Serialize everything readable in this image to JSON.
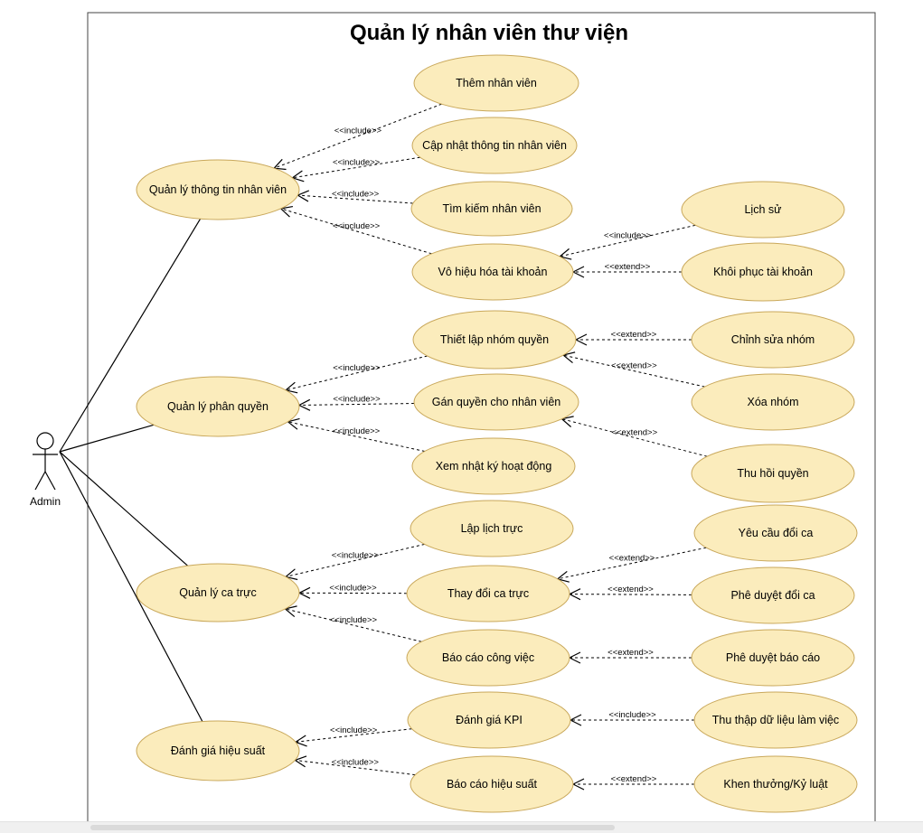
{
  "diagram": {
    "title": "Quản lý nhân viên thư viện",
    "actor": {
      "id": "admin",
      "label": "Admin"
    },
    "use_cases": [
      {
        "id": "uc_info",
        "label": "Quản lý thông tin nhân viên"
      },
      {
        "id": "uc_add",
        "label": "Thêm nhân viên"
      },
      {
        "id": "uc_update",
        "label": "Cập nhật thông tin nhân viên"
      },
      {
        "id": "uc_search",
        "label": "Tìm kiếm nhân viên"
      },
      {
        "id": "uc_disable",
        "label": "Vô hiệu hóa tài khoản"
      },
      {
        "id": "uc_history",
        "label": "Lịch sử"
      },
      {
        "id": "uc_restore",
        "label": "Khôi phục tài khoản"
      },
      {
        "id": "uc_perm",
        "label": "Quản lý phân quyền"
      },
      {
        "id": "uc_setgroup",
        "label": "Thiết lập nhóm quyền"
      },
      {
        "id": "uc_assign",
        "label": "Gán quyền cho nhân viên"
      },
      {
        "id": "uc_log",
        "label": "Xem nhật ký hoạt động"
      },
      {
        "id": "uc_editgroup",
        "label": "Chỉnh sửa nhóm"
      },
      {
        "id": "uc_delgroup",
        "label": "Xóa nhóm"
      },
      {
        "id": "uc_revoke",
        "label": "Thu hồi quyền"
      },
      {
        "id": "uc_shift",
        "label": "Quản lý ca trực"
      },
      {
        "id": "uc_schedule",
        "label": "Lập lịch trực"
      },
      {
        "id": "uc_change",
        "label": "Thay đổi ca trực"
      },
      {
        "id": "uc_report",
        "label": "Báo cáo công việc"
      },
      {
        "id": "uc_reqswap",
        "label": "Yêu cầu đổi ca"
      },
      {
        "id": "uc_appswap",
        "label": "Phê duyệt đổi ca"
      },
      {
        "id": "uc_appreport",
        "label": "Phê duyệt báo cáo"
      },
      {
        "id": "uc_perf",
        "label": "Đánh giá hiệu suất"
      },
      {
        "id": "uc_kpi",
        "label": "Đánh giá KPI"
      },
      {
        "id": "uc_perfreport",
        "label": "Báo cáo hiệu suất"
      },
      {
        "id": "uc_collect",
        "label": "Thu thập dữ liệu làm việc"
      },
      {
        "id": "uc_reward",
        "label": "Khen thưởng/Kỷ luật"
      }
    ],
    "associations": [
      {
        "from": "admin",
        "to": "uc_info"
      },
      {
        "from": "admin",
        "to": "uc_perm"
      },
      {
        "from": "admin",
        "to": "uc_shift"
      },
      {
        "from": "admin",
        "to": "uc_perf"
      }
    ],
    "relations": [
      {
        "from": "uc_add",
        "to": "uc_info",
        "label": "<<include>>"
      },
      {
        "from": "uc_update",
        "to": "uc_info",
        "label": "<<include>>"
      },
      {
        "from": "uc_search",
        "to": "uc_info",
        "label": "<<include>>"
      },
      {
        "from": "uc_disable",
        "to": "uc_info",
        "label": "<<include>>"
      },
      {
        "from": "uc_history",
        "to": "uc_disable",
        "label": "<<include>>"
      },
      {
        "from": "uc_restore",
        "to": "uc_disable",
        "label": "<<extend>>"
      },
      {
        "from": "uc_setgroup",
        "to": "uc_perm",
        "label": "<<include>>"
      },
      {
        "from": "uc_assign",
        "to": "uc_perm",
        "label": "<<include>>"
      },
      {
        "from": "uc_log",
        "to": "uc_perm",
        "label": "<<include>>"
      },
      {
        "from": "uc_editgroup",
        "to": "uc_setgroup",
        "label": "<<extend>>"
      },
      {
        "from": "uc_delgroup",
        "to": "uc_setgroup",
        "label": "<<extend>>"
      },
      {
        "from": "uc_revoke",
        "to": "uc_assign",
        "label": "<<extend>>"
      },
      {
        "from": "uc_schedule",
        "to": "uc_shift",
        "label": "<<include>>"
      },
      {
        "from": "uc_change",
        "to": "uc_shift",
        "label": "<<include>>"
      },
      {
        "from": "uc_report",
        "to": "uc_shift",
        "label": "<<include>>"
      },
      {
        "from": "uc_reqswap",
        "to": "uc_change",
        "label": "<<extend>>"
      },
      {
        "from": "uc_appswap",
        "to": "uc_change",
        "label": "<<extend>>"
      },
      {
        "from": "uc_appreport",
        "to": "uc_report",
        "label": "<<extend>>"
      },
      {
        "from": "uc_kpi",
        "to": "uc_perf",
        "label": "<<include>>"
      },
      {
        "from": "uc_perfreport",
        "to": "uc_perf",
        "label": "<<include>>"
      },
      {
        "from": "uc_collect",
        "to": "uc_kpi",
        "label": "<<include>>"
      },
      {
        "from": "uc_reward",
        "to": "uc_perfreport",
        "label": "<<extend>>"
      }
    ]
  },
  "style": {
    "usecase_fill": "#fbecbc",
    "usecase_stroke": "#c9a85b",
    "line_color": "#000000",
    "boundary_stroke": "#444444"
  }
}
